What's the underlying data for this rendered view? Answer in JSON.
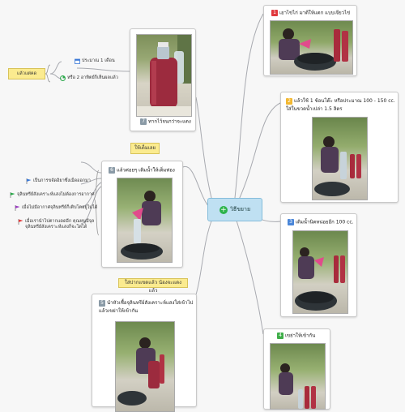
{
  "center": {
    "label": "วิธีขยาย"
  },
  "topic_left_top": {
    "label": "แล้วแต่คด",
    "leaves": [
      "ประมาณ 1 เดือน",
      "หรือ 2 อาทิตย์ก็เห็นผลแล้ว"
    ]
  },
  "card7": {
    "number": "7",
    "caption": "ทากไว้จนกว่าจะแดง"
  },
  "card1": {
    "number": "1",
    "caption": "เอาไข่ไก่ มาตีให้แตก แบบเจียวไข่"
  },
  "card2": {
    "number": "2",
    "caption": "แล้วใช้ 1 ช้อนโต๊ะ หรือประมาณ 100 - 150 cc. ใส่ในขวดน้ำเปล่า 1.5 ลิตร"
  },
  "card3": {
    "number": "3",
    "caption": "เติมน้ำนิดหน่อยอีก 100 cc."
  },
  "card4": {
    "number": "4",
    "caption": "เขย่าให้เข้ากัน"
  },
  "card6": {
    "number": "6",
    "caption": "แล้วค่อยๆ เติมน้ำให้เต็มท่อง",
    "note": "ให้เต็มเลย",
    "leaves": [
      "เป็นการขจัดอิยาซึ่งเม็ดออกมา",
      "จุลินทรีย์สังเคราะห์แสงไม่ต้องการอากาศ",
      "เมื่อไม่มีอากาศจุลินทรีย์ก็เติบโตอยู่ไม่ได้",
      "เมื่อเรานำไปตากแดดอีก คุณหนูมีจุล จุลินทรีย์สังเคราะห์แสงก็จะโตได้"
    ]
  },
  "card5": {
    "number": "5",
    "caption": "นำหัวเชื้อจุลินทรีย์สังเคราะห์แสงใส่เข้าไป แล้วเขย่าให้เข้ากัน",
    "note": "ใส่ปากแขดแล้ว น้องจะแดงแล้ว"
  },
  "colors": {
    "num_red": "#e0393e",
    "num_yellow": "#f2b730",
    "num_blue": "#4a86d8",
    "num_green": "#3fae49",
    "num_gray": "#8a9aa6",
    "flag_blue": "#3a78d6",
    "flag_purple": "#9b3cc0",
    "flag_red": "#e23b3b",
    "flag_green": "#2aa84a"
  }
}
